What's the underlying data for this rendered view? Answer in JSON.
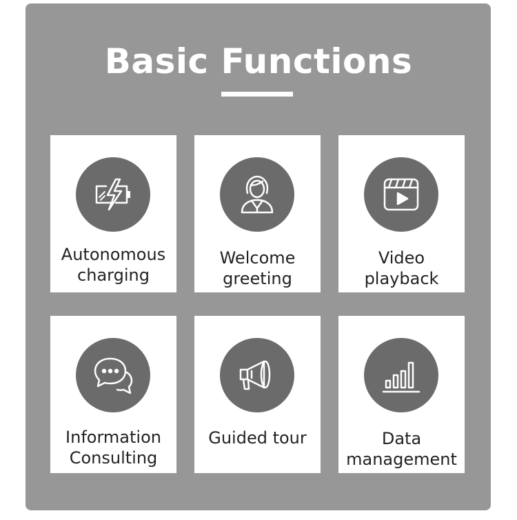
{
  "title": "Basic Functions",
  "cards": [
    {
      "icon": "battery-charging-icon",
      "line1": "Autonomous",
      "line2": "charging"
    },
    {
      "icon": "receptionist-icon",
      "line1": "Welcome",
      "line2": "greeting"
    },
    {
      "icon": "video-clapper-icon",
      "line1": "Video",
      "line2": "playback"
    },
    {
      "icon": "chat-bubbles-icon",
      "line1": "Information",
      "line2": "Consulting"
    },
    {
      "icon": "megaphone-icon",
      "line1": "Guided tour",
      "line2": ""
    },
    {
      "icon": "bar-chart-icon",
      "line1": "Data",
      "line2": "management"
    }
  ],
  "colors": {
    "panel": "#979797",
    "circle": "#6b6b6b",
    "card": "#ffffff",
    "text": "#222222"
  }
}
